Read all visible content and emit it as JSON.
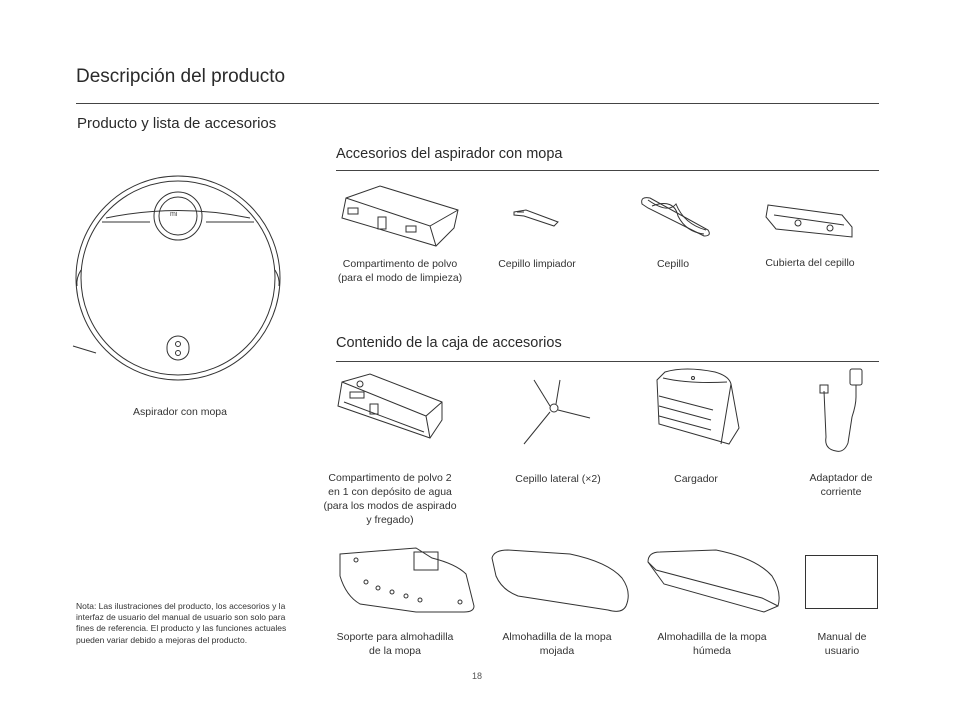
{
  "page": {
    "title": "Descripción del producto",
    "section_title": "Producto y lista de accesorios",
    "page_number": "18"
  },
  "robot": {
    "label": "Aspirador con mopa",
    "logo_text": "mi"
  },
  "mop_accessories": {
    "heading": "Accesorios del aspirador con mopa",
    "items": [
      {
        "label": "Compartimento de polvo\n(para el modo de limpieza)"
      },
      {
        "label": "Cepillo limpiador"
      },
      {
        "label": "Cepillo"
      },
      {
        "label": "Cubierta del cepillo"
      }
    ]
  },
  "box_contents": {
    "heading": "Contenido de la caja de accesorios",
    "items_row1": [
      {
        "label": "Compartimento de polvo 2\nen 1 con depósito de agua\n(para los modos de aspirado\ny fregado)"
      },
      {
        "label": "Cepillo lateral (×2)"
      },
      {
        "label": "Cargador"
      },
      {
        "label": "Adaptador de\ncorriente"
      }
    ],
    "items_row2": [
      {
        "label": "Soporte para almohadilla\nde la mopa"
      },
      {
        "label": "Almohadilla de la mopa\nmojada"
      },
      {
        "label": "Almohadilla de la mopa\nhúmeda"
      },
      {
        "label": "Manual de\nusuario"
      }
    ]
  },
  "note": "Nota: Las ilustraciones del producto, los accesorios y la interfaz de usuario del manual de usuario son solo para fines de referencia. El producto y las funciones actuales pueden variar debido a mejoras del producto."
}
